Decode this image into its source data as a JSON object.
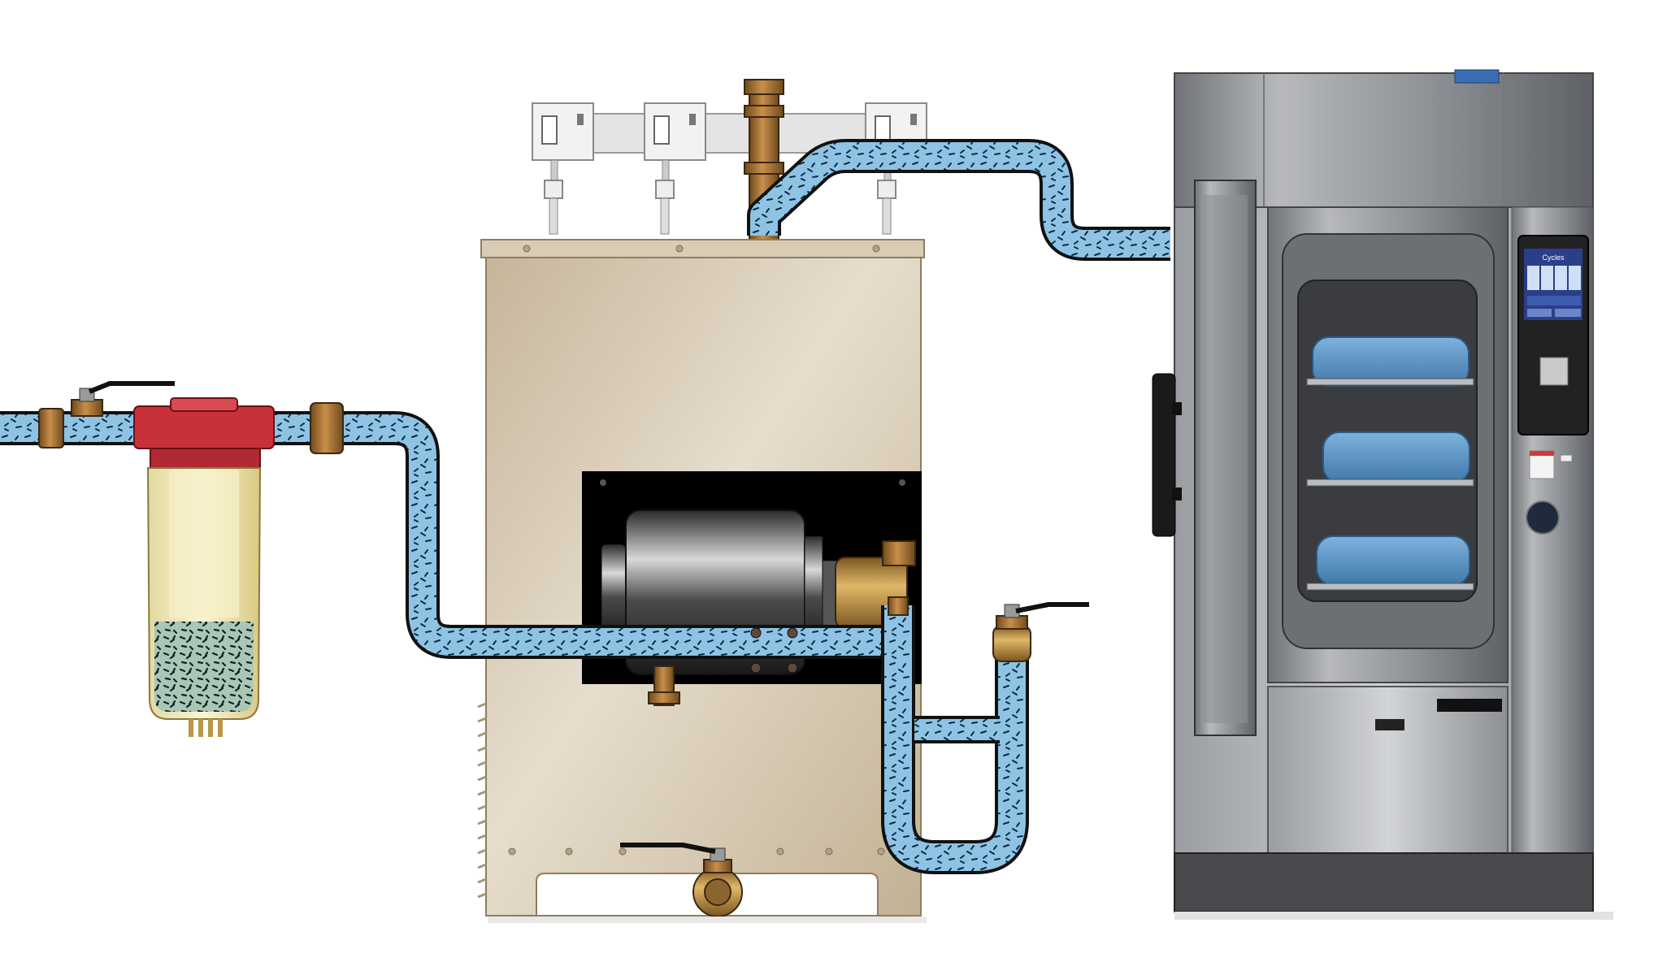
{
  "diagram": {
    "components": [
      {
        "id": "sediment-filter",
        "icon": "filter-housing-icon"
      },
      {
        "id": "steam-generator",
        "icon": "boiler-cabinet-icon"
      },
      {
        "id": "pump-motor",
        "icon": "motor-icon"
      },
      {
        "id": "sterilizer",
        "icon": "sterilizer-cabinet-icon"
      },
      {
        "id": "ball-valves",
        "icon": "ball-valve-icon"
      }
    ],
    "colors": {
      "water": "#8ec3e4",
      "pipe_outline": "#111111",
      "brass": "#b8893a",
      "filter_cap": "#c8303a",
      "cabinet_beige": "#c9b9a0",
      "steel": "#8d8f93",
      "tray": "#5d95c4"
    }
  },
  "sterilizer_screen": {
    "title": "Cycles"
  }
}
